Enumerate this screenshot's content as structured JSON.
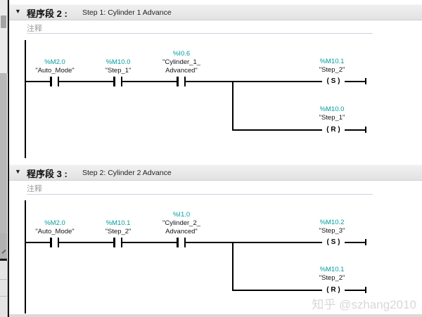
{
  "watermark": "知乎 @szhang2010",
  "colors": {
    "operand_teal": "#009c9c",
    "wire_black": "#000000",
    "header_gray": "#e8e8e8",
    "comment_gray": "#9b9b9b",
    "watermark_gray": "#d8d8d8"
  },
  "networks": [
    {
      "collapse_icon": "▼",
      "title": "程序段 2 :",
      "subtitle": "Step 1: Cylinder 1 Advance",
      "comment": "注释",
      "contacts": [
        {
          "address": "%M2.0",
          "line1": "\"Auto_Mode\""
        },
        {
          "address": "%M10.0",
          "line1": "\"Step_1\""
        },
        {
          "address": "%I0.6",
          "line1": "\"Cylinder_1_",
          "line2": "Advanced\""
        }
      ],
      "set_coil": {
        "symbol": "( S )",
        "address": "%M10.1",
        "name": "\"Step_2\""
      },
      "reset_coil": {
        "symbol": "( R )",
        "address": "%M10.0",
        "name": "\"Step_1\""
      }
    },
    {
      "collapse_icon": "▼",
      "title": "程序段 3 :",
      "subtitle": "Step 2: Cylinder 2 Advance",
      "comment": "注释",
      "contacts": [
        {
          "address": "%M2.0",
          "line1": "\"Auto_Mode\""
        },
        {
          "address": "%M10.1",
          "line1": "\"Step_2\""
        },
        {
          "address": "%I1.0",
          "line1": "\"Cylinder_2_",
          "line2": "Advanced\""
        }
      ],
      "set_coil": {
        "symbol": "( S )",
        "address": "%M10.2",
        "name": "\"Step_3\""
      },
      "reset_coil": {
        "symbol": "( R )",
        "address": "%M10.1",
        "name": "\"Step_2\""
      }
    }
  ]
}
